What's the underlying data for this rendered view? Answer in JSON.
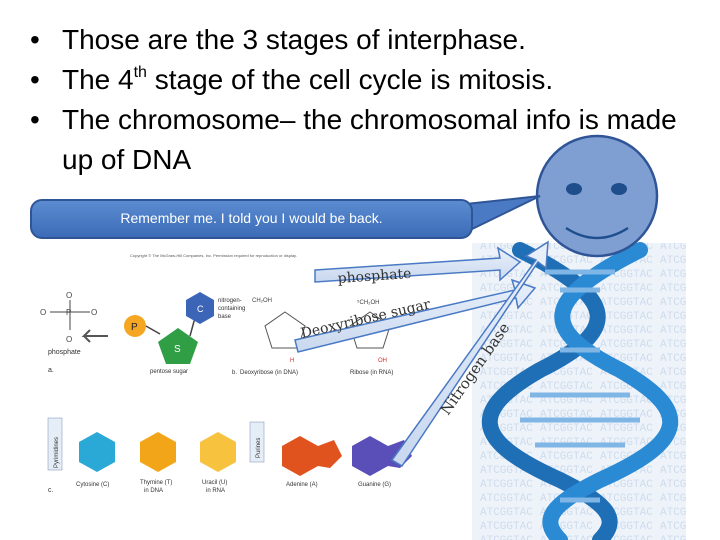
{
  "bullets": [
    {
      "text": "Those are the 3 stages of interphase."
    },
    {
      "pre": "The 4",
      "sup": "th",
      "post": " stage of the cell cycle is mitosis."
    },
    {
      "text": "The chromosome– the chromosomal info is made up of DNA"
    }
  ],
  "callout": {
    "text": "Remember me. I told you I would be back."
  },
  "annotations": {
    "phosphate": "phosphate",
    "sugar": "Deoxyribose sugar",
    "base": "Nitrogen base"
  },
  "figure": {
    "copyright": "Copyright © The McGraw-Hill Companies, Inc. Permission required for reproduction or display.",
    "labels": {
      "phosphate": "phosphate",
      "nitrogen_base": [
        "nitrogen-",
        "containing",
        "base"
      ],
      "pentose": "pentose sugar",
      "deoxyribose": "Deoxyribose (in DNA)",
      "ribose": "Ribose (in RNA)",
      "part_a": "a.",
      "part_b": "b.",
      "part_c": "c.",
      "pyrimidines": "Pyrimidines",
      "purines": "Purines",
      "cytosine": "Cytosine (C)",
      "thymine": [
        "Thymine (T)",
        "in DNA"
      ],
      "uracil": [
        "Uracil (U)",
        "in RNA"
      ],
      "adenine": "Adenine (A)",
      "guanine": "Guanine (G)",
      "letters": {
        "p": "P",
        "c": "C",
        "s": "S"
      }
    }
  },
  "colors": {
    "callout": "#3c6cb7",
    "arrow": "#4a7ac4",
    "smiley": "#7f9fd3",
    "cytosine": "#2aa9d6",
    "thymine": "#f3a51a",
    "uracil": "#f7c23d",
    "adenine": "#e0531f",
    "guanine": "#5a4fb8",
    "phosphate": "#f5a623",
    "sugar": "#2f9e45",
    "base": "#3c65b7"
  }
}
